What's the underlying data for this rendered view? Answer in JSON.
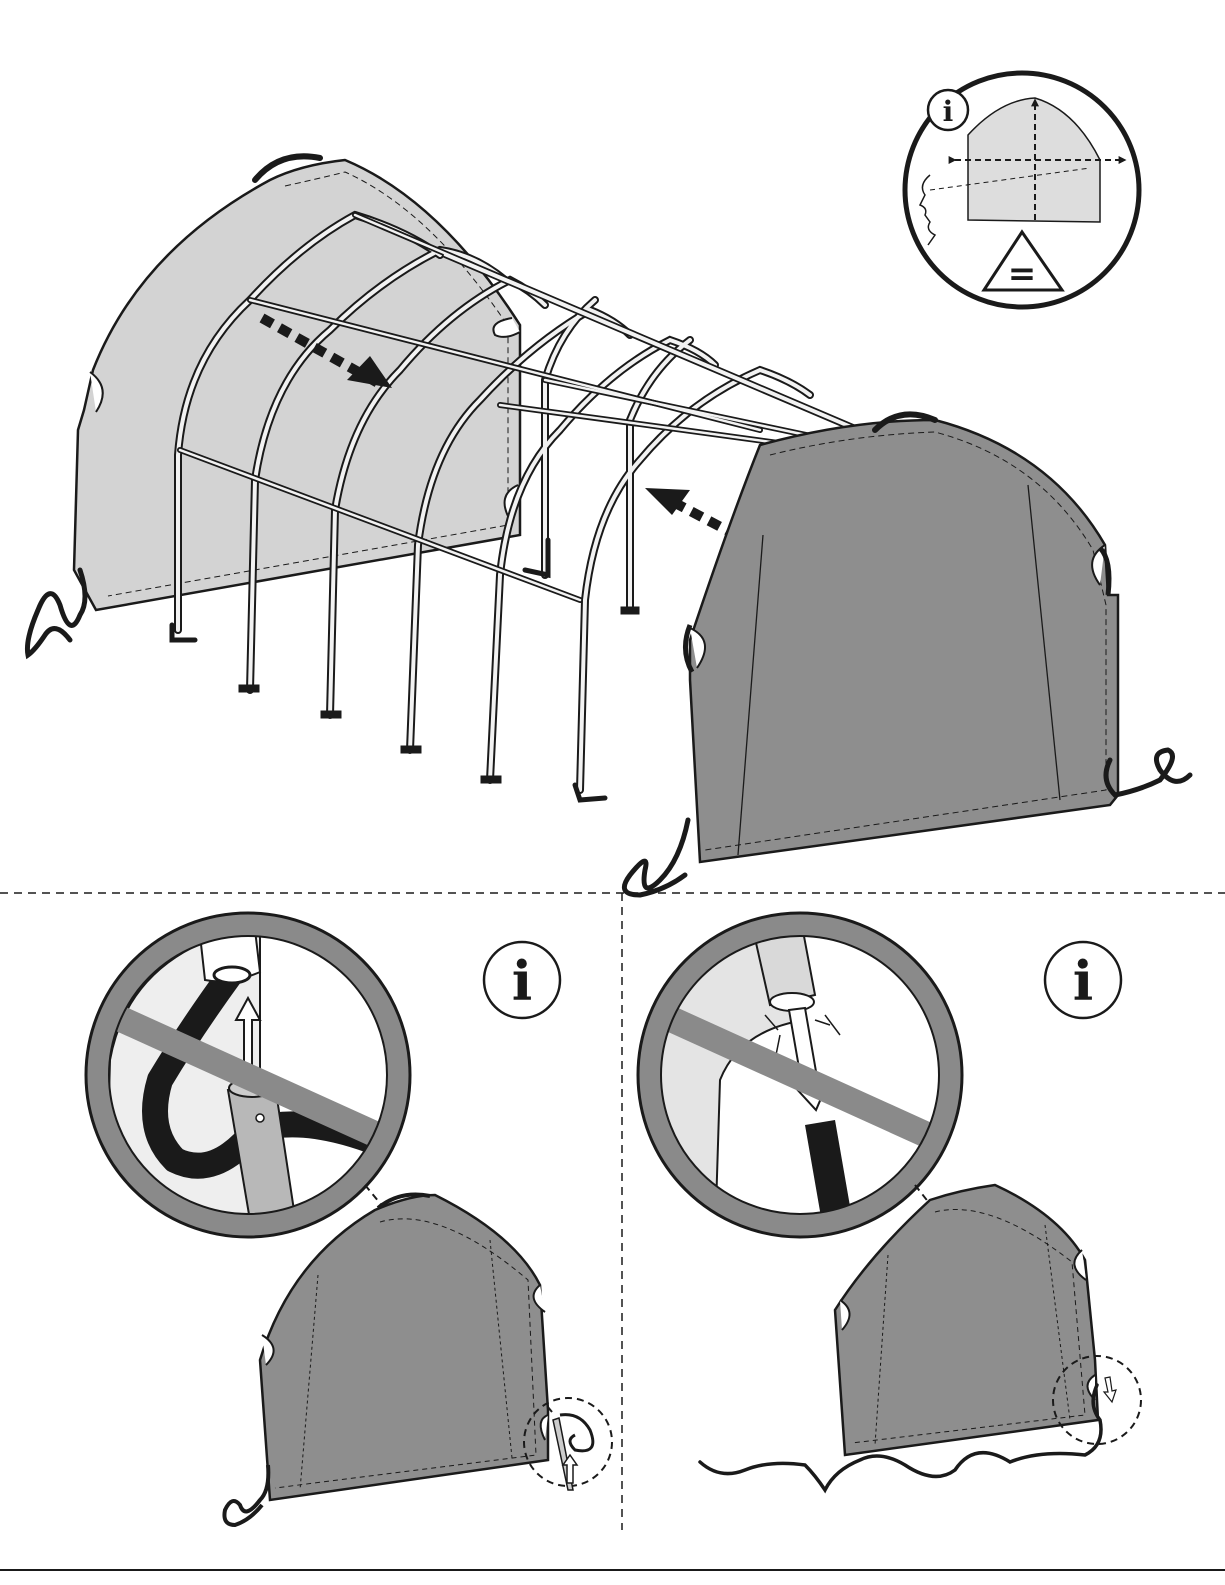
{
  "page": {
    "background": "#ffffff"
  },
  "colors": {
    "ink": "#1a1a1a",
    "cover_light": "#d3d3d3",
    "cover_dark": "#8e8e8e",
    "frame_fill": "#f2f2f2",
    "prohibition_ring": "#8a8a8a",
    "pipe_grey": "#b8b8b8",
    "bungee": "#1a1a1a"
  },
  "panels": {
    "top_assembly": {
      "name": "end-cover-installation"
    },
    "top_info_inset": {
      "icon": "info-icon",
      "glyph": "i",
      "equal_symbol": "="
    },
    "bottom_left": {
      "icon": "info-icon",
      "glyph": "i",
      "prohibition": "do-not-hook-on-pipe-icon"
    },
    "bottom_right": {
      "icon": "info-icon",
      "glyph": "i",
      "prohibition": "do-not-overstretch-icon"
    }
  }
}
